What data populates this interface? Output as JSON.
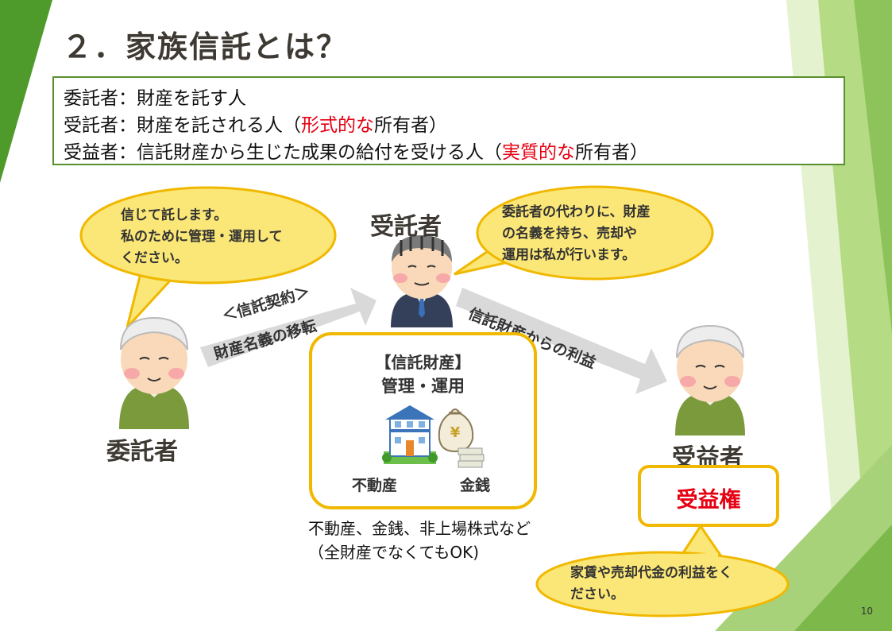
{
  "title": "２．家族信託とは？",
  "definitions": [
    {
      "role": "委託者",
      "sep": "：",
      "desc_before": "財産を託す人",
      "highlight": "",
      "desc_after": ""
    },
    {
      "role": "受託者",
      "sep": "：",
      "desc_before": "財産を託される人（",
      "highlight": "形式的な",
      "desc_after": "所有者）"
    },
    {
      "role": "受益者",
      "sep": "：",
      "desc_before": "信託財産から生じた成果の給付を受ける人（",
      "highlight": "実質的な",
      "desc_after": "所有者）"
    }
  ],
  "settlor": {
    "label": "委託者",
    "bubble": [
      "信じて託します。",
      "私のために管理・運用して",
      "ください。"
    ]
  },
  "trustee": {
    "label": "受託者",
    "bubble": [
      "委託者の代わりに、財産",
      "の名義を持ち、売却や",
      "運用は私が行います。"
    ]
  },
  "beneficiary": {
    "label": "受益者",
    "rights": "受益権",
    "bubble": [
      "家賃や売却代金の利益をく",
      "ださい。"
    ]
  },
  "arrow_left": {
    "line1": "＜信託契約＞",
    "line2": "財産名義の移転"
  },
  "arrow_right": {
    "text": "信託財産からの利益"
  },
  "trust_property": {
    "heading": "【信託財産】",
    "subheading": "管理・運用",
    "item_real_estate": "不動産",
    "item_money": "金銭",
    "yen_symbol": "¥"
  },
  "notes": [
    "不動産、金銭、非上場株式など",
    "（全財産でなくてもOK)"
  ],
  "page_number": "10",
  "colors": {
    "green_dark": "#3d8a1f",
    "green_light": "#cfe8a8",
    "bubble_fill": "#fbe777",
    "bubble_stroke": "#f0b800",
    "highlight_red": "#e60012",
    "arrow_gray": "#d9d9d9"
  }
}
